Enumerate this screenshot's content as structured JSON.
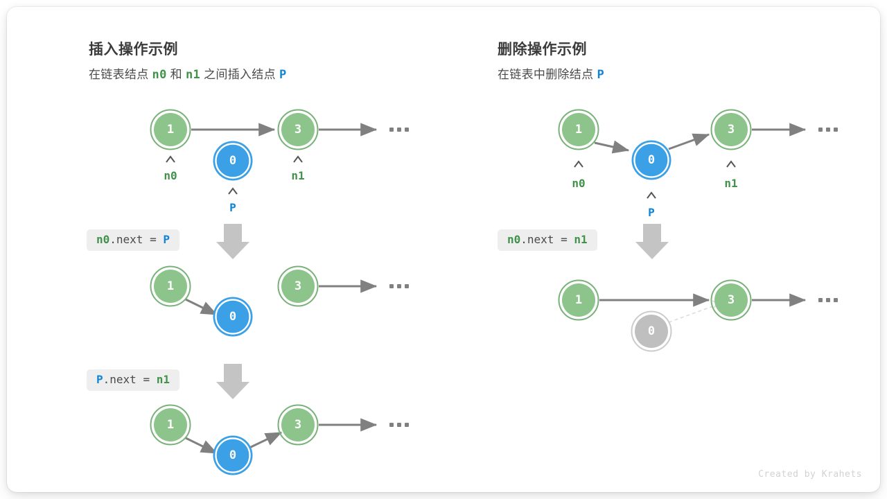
{
  "colors": {
    "green_fill": "#8cc48c",
    "green_ring": "#79b179",
    "blue_fill": "#3ba0e6",
    "blue_ring": "#3ba0e6",
    "gray_fill": "#bfbfbf",
    "gray_ring": "#cccccc",
    "arrow": "#808080",
    "dashed": "#dcdcdc",
    "down_arrow": "#c4c4c4",
    "text_green": "#41924a",
    "text_blue": "#1184d4",
    "chip_bg": "#eeeeee"
  },
  "left_panel": {
    "title": "插入操作示例",
    "subtitle": {
      "part1": "在链表结点",
      "n0": "n0",
      "part2": "和",
      "n1": "n1",
      "part3": "之间插入结点",
      "p": "P"
    },
    "steps": [
      {
        "code_parts": [
          {
            "t": "n0",
            "c": "g"
          },
          {
            "t": ".next = ",
            "c": "d"
          },
          {
            "t": "P",
            "c": "b"
          }
        ]
      },
      {
        "code_parts": [
          {
            "t": "P",
            "c": "b"
          },
          {
            "t": ".next = ",
            "c": "d"
          },
          {
            "t": "n1",
            "c": "g"
          }
        ]
      }
    ],
    "rows": [
      {
        "nodes": [
          {
            "id": "n0",
            "value": "1",
            "kind": "green",
            "label": "n0",
            "label_color": "green"
          },
          {
            "id": "p",
            "value": "0",
            "kind": "blue",
            "label": "P",
            "label_color": "blue"
          },
          {
            "id": "n1",
            "value": "3",
            "kind": "green",
            "label": "n1",
            "label_color": "green"
          }
        ],
        "ellipsis": true
      },
      {
        "nodes": [
          {
            "id": "n0",
            "value": "1",
            "kind": "green"
          },
          {
            "id": "p",
            "value": "0",
            "kind": "blue"
          },
          {
            "id": "n1",
            "value": "3",
            "kind": "green"
          }
        ],
        "ellipsis": true
      },
      {
        "nodes": [
          {
            "id": "n0",
            "value": "1",
            "kind": "green"
          },
          {
            "id": "p",
            "value": "0",
            "kind": "blue"
          },
          {
            "id": "n1",
            "value": "3",
            "kind": "green"
          }
        ],
        "ellipsis": true
      }
    ]
  },
  "right_panel": {
    "title": "删除操作示例",
    "subtitle": {
      "part1": "在链表中删除结点",
      "p": "P"
    },
    "steps": [
      {
        "code_parts": [
          {
            "t": "n0",
            "c": "g"
          },
          {
            "t": ".next = ",
            "c": "d"
          },
          {
            "t": "n1",
            "c": "g"
          }
        ]
      }
    ],
    "rows": [
      {
        "nodes": [
          {
            "id": "n0",
            "value": "1",
            "kind": "green",
            "label": "n0",
            "label_color": "green"
          },
          {
            "id": "p",
            "value": "0",
            "kind": "blue",
            "label": "P",
            "label_color": "blue"
          },
          {
            "id": "n1",
            "value": "3",
            "kind": "green",
            "label": "n1",
            "label_color": "green"
          }
        ],
        "ellipsis": true
      },
      {
        "nodes": [
          {
            "id": "n0",
            "value": "1",
            "kind": "green"
          },
          {
            "id": "p",
            "value": "0",
            "kind": "gray"
          },
          {
            "id": "n1",
            "value": "3",
            "kind": "green"
          }
        ],
        "ellipsis": true
      }
    ]
  },
  "credit": "Created by Krahets"
}
